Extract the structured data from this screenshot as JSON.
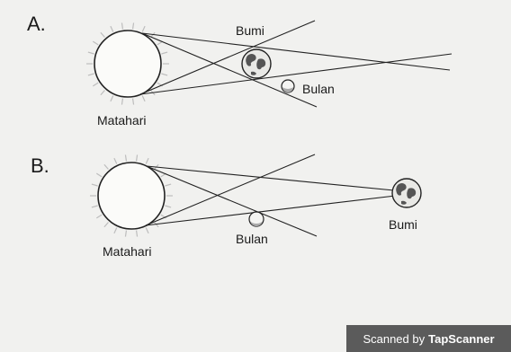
{
  "panel_a": {
    "letter": "A.",
    "sun_label": "Matahari",
    "earth_label": "Bumi",
    "moon_label": "Bulan"
  },
  "panel_b": {
    "letter": "B.",
    "sun_label": "Matahari",
    "earth_label": "Bumi",
    "moon_label": "Bulan"
  },
  "watermark": {
    "prefix": "Scanned by",
    "brand": "TapScanner"
  },
  "colors": {
    "line": "#222222",
    "sun_fill": "#fbfbf9",
    "earth_fill": "#e9e9e6",
    "watermark_bg": "#5b5b5b"
  },
  "icons": [
    "sun-icon",
    "earth-icon",
    "moon-icon"
  ]
}
